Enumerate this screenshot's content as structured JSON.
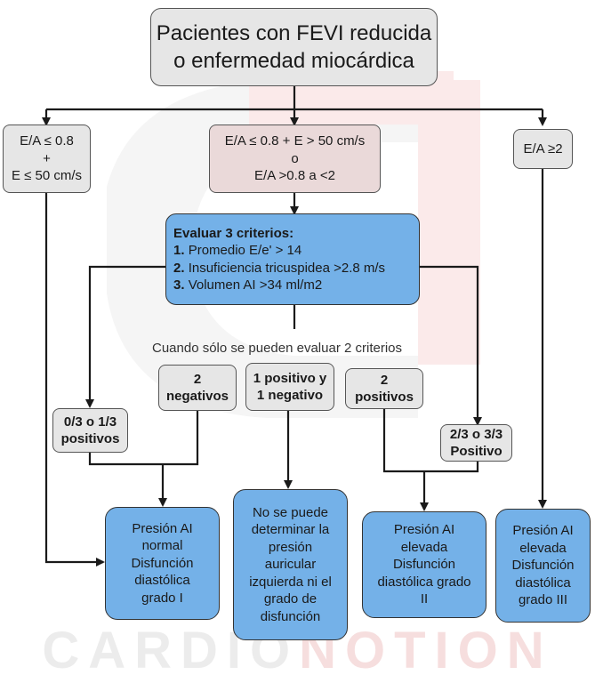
{
  "title": {
    "line1": "Pacientes con FEVI reducida",
    "line2": "o enfermedad miocárdica"
  },
  "branch_left": {
    "line1": "E/A ≤ 0.8",
    "line2": "+",
    "line3": "E ≤ 50 cm/s"
  },
  "branch_mid": {
    "line1": "E/A ≤ 0.8 + E > 50 cm/s",
    "line2": "o",
    "line3": "E/A >0.8 a <2"
  },
  "branch_right": {
    "line1": "E/A ≥2"
  },
  "criteria": {
    "heading": "Evaluar 3 criterios:",
    "items": [
      {
        "num": "1.",
        "text": "Promedio E/e' > 14"
      },
      {
        "num": "2.",
        "text": "Insuficiencia tricuspidea >2.8 m/s"
      },
      {
        "num": "3.",
        "text": "Volumen AI >34 ml/m2"
      }
    ]
  },
  "note": "Cuando sólo se pueden evaluar 2 criterios",
  "two_neg": {
    "line1": "2",
    "line2": "negativos"
  },
  "one_pos_one_neg": {
    "line1": "1 positivo y",
    "line2": "1 negativo"
  },
  "two_pos": {
    "line1": "2",
    "line2": "positivos"
  },
  "zero_one_third": {
    "line1": "0/3 o 1/3",
    "line2": "positivos"
  },
  "two_three_third": {
    "line1": "2/3 o 3/3",
    "line2": "Positivo"
  },
  "result_normal": {
    "lines": [
      "Presión AI",
      "normal",
      "Disfunción",
      "diastólica",
      "grado I"
    ]
  },
  "result_undetermined": {
    "lines": [
      "No se puede",
      "determinar la",
      "presión",
      "auricular",
      "izquierda ni el",
      "grado de",
      "disfunción"
    ]
  },
  "result_grade2": {
    "lines": [
      "Presión AI",
      "elevada",
      "Disfunción",
      "diastólica grado",
      "II"
    ]
  },
  "result_grade3": {
    "lines": [
      "Presión AI",
      "elevada",
      "Disfunción",
      "diastólica",
      "grado III"
    ]
  },
  "watermark": {
    "part1": "CARDIO",
    "part2": "NOTION"
  },
  "colors": {
    "gray_box": "#e6e6e6",
    "pink_box": "#ead9d9",
    "blue_box": "#74b1e8",
    "line": "#1a1a1a"
  }
}
